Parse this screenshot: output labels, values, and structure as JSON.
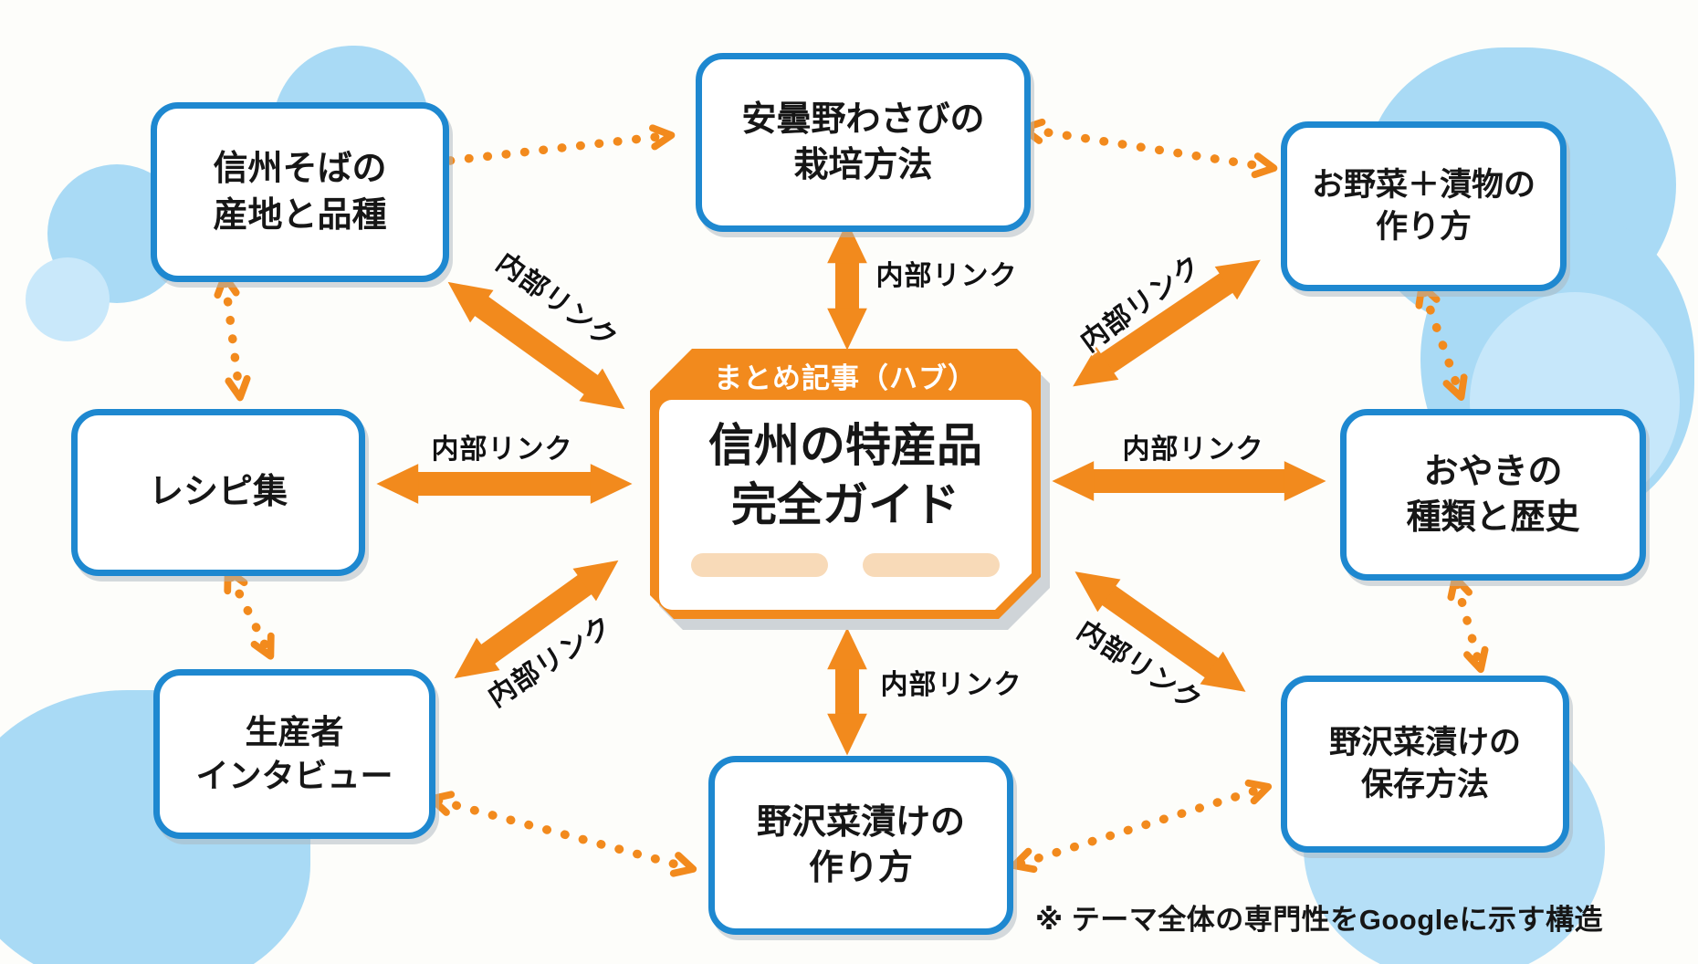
{
  "hub": {
    "badge": "まとめ記事（ハブ）",
    "title_lines": [
      "信州の特産品",
      "完全ガイド"
    ]
  },
  "labels": {
    "internal_link": "内部リンク"
  },
  "nodes": {
    "top_left": {
      "lines": [
        "信州そばの",
        "産地と品種"
      ]
    },
    "top_center": {
      "lines": [
        "安曇野わさびの",
        "栽培方法"
      ]
    },
    "top_right": {
      "lines": [
        "お野菜＋漬物の",
        "作り方"
      ]
    },
    "left": {
      "lines": [
        "レシピ集",
        ""
      ]
    },
    "right": {
      "lines": [
        "おやきの",
        "種類と歴史"
      ]
    },
    "bottom_left": {
      "lines": [
        "生産者",
        "インタビュー"
      ]
    },
    "bottom_center": {
      "lines": [
        "野沢菜漬けの",
        "作り方"
      ]
    },
    "bottom_right": {
      "lines": [
        "野沢菜漬けの",
        "保存方法"
      ]
    }
  },
  "footnote": "※ テーマ全体の専門性をGoogleに示す構造",
  "colors": {
    "arrow_orange": "#F28A1D",
    "box_blue": "#1E88D0",
    "blob_blue": "#A9DAF5",
    "pill_peach": "#F8DAB8"
  }
}
